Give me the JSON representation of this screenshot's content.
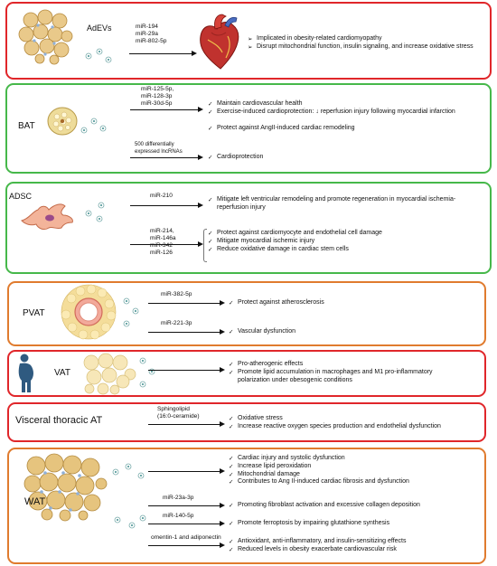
{
  "colors": {
    "red": "#e0262a",
    "green": "#46b84a",
    "orange": "#e07b2e",
    "arrow": "#111111"
  },
  "panels": {
    "adevs": {
      "label": "AdEVs",
      "mirnas": [
        "miR-194",
        "miR-29a",
        "miR-802-5p"
      ],
      "effects": [
        "Implicated in obesity-related cardiomyopathy",
        "Disrupt mitochondrial function, insulin signaling, and increase oxidative stress"
      ]
    },
    "bat": {
      "label": "BAT",
      "mirnas": [
        "miR-125-5p,",
        "miR-128-3p",
        "miR-30d-5p"
      ],
      "effects": [
        "Maintain cardiovascular health",
        "Exercise-induced cardioprotection: ↓ reperfusion injury following myocardial infarction",
        "Protect against AngII-induced cardiac remodeling"
      ],
      "lnc_label": [
        "500 differentially",
        "expressed lncRNAs"
      ],
      "lnc_effect": "Cardioprotection"
    },
    "adsc": {
      "label": "ADSC",
      "mirna1": "miR-210",
      "effect1": [
        "Mitigate left ventricular remodeling and promote regeneration in myocardial ischemia-",
        "reperfusion injury"
      ],
      "mirnas2": [
        "miR-214,",
        "miR-146a",
        "miR-342",
        "miR-126"
      ],
      "effects2": [
        "Protect against cardiomyocyte and endothelial cell damage",
        "Mitigate myocardial ischemic injury",
        "Reduce oxidative damage in cardiac stem cells"
      ]
    },
    "pvat": {
      "label": "PVAT",
      "mirna1": "miR-382-5p",
      "effect1": "Protect against atherosclerosis",
      "mirna2": "miR-221-3p",
      "effect2": "Vascular dysfunction"
    },
    "vat": {
      "label": "VAT",
      "effects": [
        "Pro-atherogenic effects",
        "Promote lipid accumulation in macrophages and M1 pro-inflammatory",
        "polarization under obesogenic conditions"
      ]
    },
    "thoracic": {
      "label": "Visceral thoracic AT",
      "mediator": [
        "Sphingolipid",
        "(16:0-ceramide)"
      ],
      "effects": [
        "Oxidative stress",
        "Increase reactive oxygen species production and endothelial dysfunction"
      ]
    },
    "wat": {
      "label": "WAT",
      "effects1": [
        "Cardiac injury and systolic dysfunction",
        "Increase lipid peroxidation",
        "Mitochondrial damage",
        "Contributes to Ang II-induced cardiac fibrosis and dysfunction"
      ],
      "mirna2": "miR-23a-3p",
      "effect2": "Promoting fibroblast activation and excessive collagen deposition",
      "mirna3": "miR-140-5p",
      "effect3": "Promote ferroptosis by impairing glutathione synthesis",
      "mediator4": "omentin-1 and adiponectin",
      "effects4": [
        "Antioxidant, anti-inflammatory, and insulin-sensitizing effects",
        "Reduced levels in obesity exacerbate cardiovascular risk"
      ]
    }
  }
}
